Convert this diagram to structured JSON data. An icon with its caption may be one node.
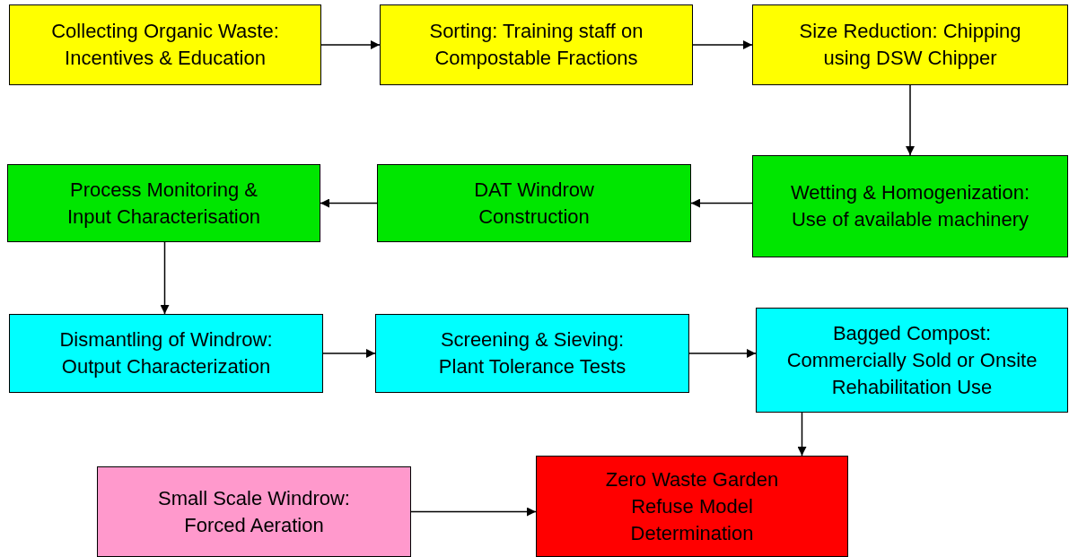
{
  "diagram": {
    "nodes": [
      {
        "text": [
          "Collecting Organic Waste: Incentives & Education"
        ]
      },
      {
        "text": [
          "Sorting: Training staff on Compostable Fractions"
        ]
      },
      {
        "text": [
          "Size Reduction: Chipping using DSW Chipper"
        ]
      },
      {
        "text": [
          "Wetting & Homogenization: Use of available machinery"
        ]
      },
      {
        "text": [
          "DAT Windrow Construction"
        ]
      },
      {
        "text": [
          "Process Monitoring & Input Characterisation"
        ]
      },
      {
        "text": [
          "Dismantling of Windrow: Output Characterization"
        ]
      },
      {
        "text": [
          "Screening & Sieving: Plant Tolerance Tests"
        ]
      },
      {
        "text": [
          "Bagged Compost: Commercially Sold or Onsite Rehabilitation Use"
        ]
      },
      {
        "text": [
          "Small Scale Windrow: Forced Aeration"
        ]
      },
      {
        "text": [
          "Zero Waste Garden Refuse Model Determination"
        ]
      }
    ],
    "edges": [
      {
        "from": 0,
        "to": 1,
        "arrow": "to"
      },
      {
        "from": 1,
        "to": 2,
        "arrow": "to"
      },
      {
        "from": 2,
        "to": 3,
        "arrow": "to"
      },
      {
        "from": 3,
        "to": 4,
        "arrow": "to"
      },
      {
        "from": 4,
        "to": 5,
        "arrow": "to"
      },
      {
        "from": 5,
        "to": 6,
        "arrow": "to"
      },
      {
        "from": 6,
        "to": 7,
        "arrow": "to"
      },
      {
        "from": 7,
        "to": 8,
        "arrow": "to"
      },
      {
        "from": 8,
        "to": 10,
        "arrow": "to"
      },
      {
        "from": 9,
        "to": 10,
        "arrow": "to"
      }
    ]
  }
}
